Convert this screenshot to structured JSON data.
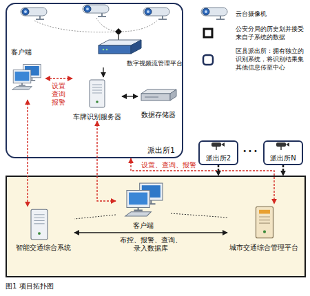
{
  "diagram": {
    "caption": "图1 项目拓扑图",
    "nodes": [
      {
        "text": [
          "派出所1"
        ]
      },
      {
        "text": [
          "数字视频流管理平台"
        ],
        "in": 0
      },
      {
        "text": [
          "客户端"
        ],
        "in": 0
      },
      {
        "text": [
          "车牌识别服务器"
        ],
        "in": 0
      },
      {
        "text": [
          "数据存储器"
        ],
        "in": 0
      },
      {
        "text": [
          "派出所2"
        ]
      },
      {
        "text": [
          "派出所N"
        ]
      },
      {
        "text": []
      },
      {
        "text": [
          "客户端"
        ],
        "in": 7
      },
      {
        "text": [
          "智能交通综合系统"
        ],
        "in": 7
      },
      {
        "text": [
          "城市交通综合管理平台"
        ],
        "in": 7
      }
    ],
    "edges": [
      {
        "from": 1,
        "to": 3,
        "arrow": "to"
      },
      {
        "from": 3,
        "to": 2,
        "label": "设置 查询 报警",
        "arrow": "both"
      },
      {
        "from": 3,
        "to": 4,
        "arrow": "both"
      },
      {
        "from": 3,
        "to": 8,
        "arrow": "both"
      },
      {
        "from": 2,
        "to": 9,
        "arrow": "both"
      },
      {
        "from": 0,
        "to": 10,
        "label": "设置、查询、报警",
        "arrow": "both"
      },
      {
        "from": 5,
        "to": 7,
        "arrow": "to"
      },
      {
        "from": 6,
        "to": 7,
        "arrow": "to"
      },
      {
        "from": 9,
        "to": 10,
        "label": "布控、报警、查询、 录入数据库",
        "arrow": "both"
      },
      {
        "from": 8,
        "to": 9,
        "arrow": "none"
      },
      {
        "from": 8,
        "to": 10,
        "arrow": "none"
      }
    ],
    "labels": [
      "•••"
    ],
    "legend": [
      {
        "text": "云台摄像机"
      },
      {
        "text": "公安分局的历史划并接受 来自子系统的数据"
      },
      {
        "text": "区县派出所：拥有独立的 识别系统，将识别结果集 其他信息传至中心"
      }
    ]
  }
}
